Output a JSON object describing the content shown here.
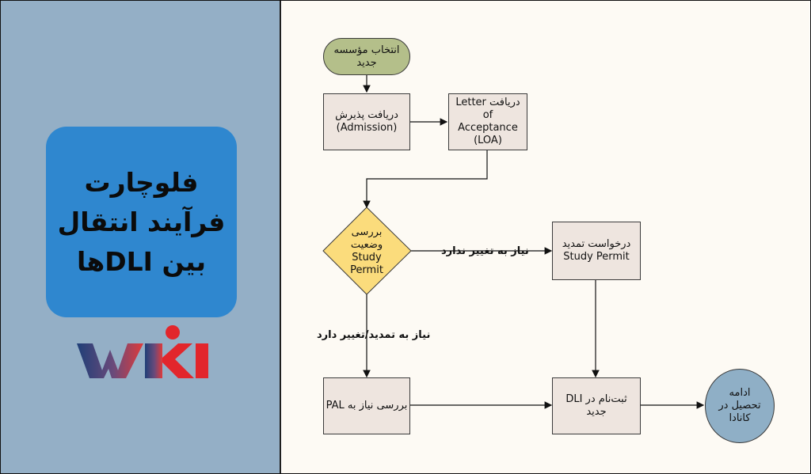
{
  "sidebar": {
    "title": "فلوچارت\nفرآیند انتقال\nبین DLIها",
    "logo_text": "wiki"
  },
  "flowchart": {
    "nodes": {
      "start": "انتخاب مؤسسه\nجدید",
      "admission": "دریافت پذیرش\n(Admission)",
      "loa": "Letter دریافت\nof\nAcceptance\n(LOA)",
      "decision": "بررسی\nوضعیت\nStudy\nPermit",
      "extend": "درخواست تمدید\nStudy Permit",
      "pal": "بررسی نیاز به PAL",
      "enroll": "ثبت‌نام در DLI\nجدید",
      "continue": "ادامه\nتحصیل در\nکانادا"
    },
    "edge_labels": {
      "no_change": "نیاز به تغییر ندارد",
      "needs_change": "نیاز به تمدید/تغییر دارد"
    }
  },
  "colors": {
    "sidebar_bg": "#94afc6",
    "title_card": "#2f87cf",
    "start_node": "#b4bf8a",
    "decision_node": "#fbdc7c",
    "process_node": "#eee5df",
    "end_node": "#8fafc6",
    "logo_gradient_start": "#1f3f78",
    "logo_gradient_end": "#e03a3a",
    "logo_accent": "#e2262c"
  }
}
